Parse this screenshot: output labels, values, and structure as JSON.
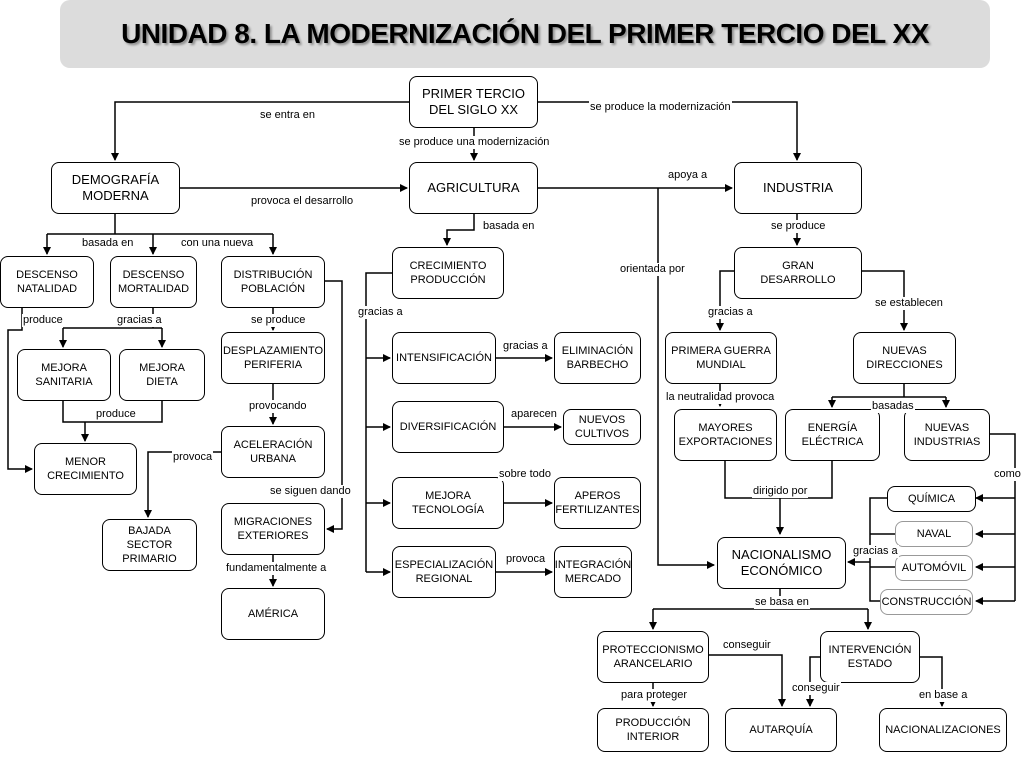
{
  "title": "UNIDAD 8. LA MODERNIZACIÓN DEL PRIMER TERCIO DEL XX",
  "nodes": {
    "primer_tercio": "PRIMER TERCIO\nDEL SIGLO XX",
    "demografia": "DEMOGRAFÍA\nMODERNA",
    "agricultura": "AGRICULTURA",
    "industria": "INDUSTRIA",
    "descenso_natalidad": "DESCENSO\nNATALIDAD",
    "descenso_mortalidad": "DESCENSO\nMORTALIDAD",
    "distribucion_poblacion": "DISTRIBUCIÓN\nPOBLACIÓN",
    "mejora_sanitaria": "MEJORA\nSANITARIA",
    "mejora_dieta": "MEJORA\nDIETA",
    "menor_crecimiento": "MENOR\nCRECIMIENTO",
    "desplazamiento_periferia": "DESPLAZAMIENTO\nPERIFERIA",
    "aceleracion_urbana": "ACELERACIÓN\nURBANA",
    "bajada_sector_primario": "BAJADA\nSECTOR\nPRIMARIO",
    "migraciones_exteriores": "MIGRACIONES\nEXTERIORES",
    "america": "AMÉRICA",
    "crecimiento_produccion": "CRECIMIENTO\nPRODUCCIÓN",
    "intensificacion": "INTENSIFICACIÓN",
    "eliminacion_barbecho": "ELIMINACIÓN\nBARBECHO",
    "diversificacion": "DIVERSIFICACIÓN",
    "nuevos_cultivos": "NUEVOS\nCULTIVOS",
    "mejora_tecnologia": "MEJORA\nTECNOLOGÍA",
    "aperos_fertilizantes": "APEROS\nFERTILIZANTES",
    "especializacion_regional": "ESPECIALIZACIÓN\nREGIONAL",
    "integracion_mercado": "INTEGRACIÓN\nMERCADO",
    "gran_desarrollo": "GRAN\nDESARROLLO",
    "primera_guerra_mundial": "PRIMERA GUERRA\nMUNDIAL",
    "nuevas_direcciones": "NUEVAS\nDIRECCIONES",
    "mayores_exportaciones": "MAYORES\nEXPORTACIONES",
    "energia_electrica": "ENERGÍA\nELÉCTRICA",
    "nuevas_industrias": "NUEVAS\nINDUSTRIAS",
    "quimica": "QUÍMICA",
    "naval": "NAVAL",
    "automovil": "AUTOMÓVIL",
    "construccion": "CONSTRUCCIÓN",
    "nacionalismo_economico": "NACIONALISMO\nECONÓMICO",
    "proteccionismo_arancelario": "PROTECCIONISMO\nARANCELARIO",
    "intervencion_estado": "INTERVENCIÓN\nESTADO",
    "produccion_interior": "PRODUCCIÓN\nINTERIOR",
    "autarquia": "AUTARQUÍA",
    "nacionalizaciones": "NACIONALIZACIONES"
  },
  "links": {
    "se_entra_en": "se entra en",
    "se_produce_una_modernizacion": "se produce una modernización",
    "se_produce_la_modernizacion": "se produce la modernización",
    "provoca_el_desarrollo": "provoca el desarrollo",
    "apoya_a": "apoya a",
    "basada_en_dem": "basada en",
    "con_una_nueva": "con una nueva",
    "basada_en_agr": "basada en",
    "se_produce_ind": "se produce",
    "orientada_por": "orientada por",
    "produce_natalidad": "produce",
    "gracias_a_mortalidad": "gracias a",
    "produce_mejoras": "produce",
    "se_produce_dist": "se produce",
    "provocando": "provocando",
    "provoca_acel": "provoca",
    "se_siguen_dando": "se siguen dando",
    "fundamentalmente_a": "fundamentalmente a",
    "gracias_a_crec": "gracias a",
    "gracias_a_int": "gracias a",
    "aparecen": "aparecen",
    "sobre_todo": "sobre todo",
    "provoca_esp": "provoca",
    "gracias_a_gran": "gracias a",
    "se_establecen": "se establecen",
    "la_neutralidad_provoca": "la neutralidad provoca",
    "basadas": "basadas",
    "como": "como",
    "dirigido_por": "dirigido por",
    "gracias_a_ind": "gracias a",
    "se_basa_en": "se basa en",
    "conseguir_prot": "conseguir",
    "conseguir_int": "conseguir",
    "para_proteger": "para proteger",
    "en_base_a": "en base a"
  }
}
